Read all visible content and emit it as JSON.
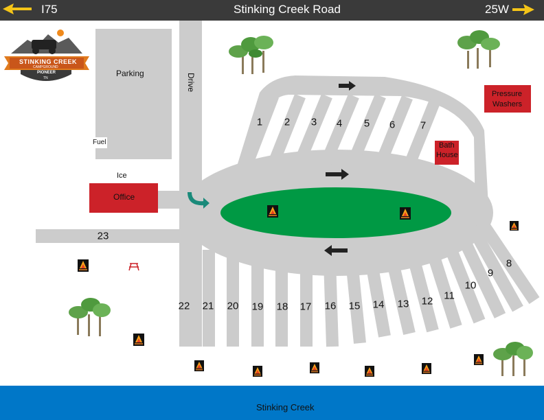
{
  "road": {
    "name": "Stinking Creek Road",
    "left_direction": "I75",
    "right_direction": "25W"
  },
  "logo": {
    "line1": "STINKING CREEK",
    "line2": "CAMPGROUND",
    "line3": "PIONEER",
    "line4": "TN"
  },
  "facilities": {
    "parking": "Parking",
    "fuel": "Fuel",
    "ice": "Ice",
    "office": "Office",
    "drive": "Drive",
    "bath_house_1": "Bath",
    "bath_house_2": "House",
    "pressure_1": "Pressure",
    "pressure_2": "Washers"
  },
  "creek": "Stinking Creek",
  "sites": {
    "s1": "1",
    "s2": "2",
    "s3": "3",
    "s4": "4",
    "s5": "5",
    "s6": "6",
    "s7": "7",
    "s8": "8",
    "s9": "9",
    "s10": "10",
    "s11": "11",
    "s12": "12",
    "s13": "13",
    "s14": "14",
    "s15": "15",
    "s16": "16",
    "s17": "17",
    "s18": "18",
    "s19": "19",
    "s20": "20",
    "s21": "21",
    "s22": "22",
    "s23": "23"
  },
  "colors": {
    "road": "#cccccc",
    "lawn": "#009944",
    "building": "#cc2229",
    "creek": "#0077c8",
    "top_bar": "#3a3a3a",
    "arrow_yellow": "#f5c518"
  },
  "icons": [
    "campfire-icon",
    "tree-cluster-icon",
    "picnic-table-icon",
    "u-turn-arrow-icon",
    "direction-arrow-icon"
  ]
}
